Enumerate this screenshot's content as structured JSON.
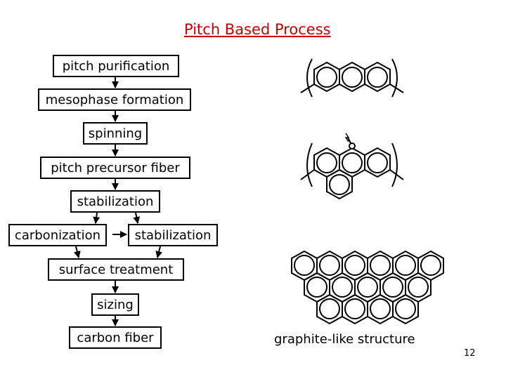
{
  "title": "Pitch Based Process",
  "steps": {
    "purification": "pitch purification",
    "mesophase": "mesophase formation",
    "spinning": "spinning",
    "precursor": "pitch precursor fiber",
    "stabilization1": "stabilization",
    "carbonization": "carbonization",
    "stabilization2": "stabilization",
    "surface": "surface treatment",
    "sizing": "sizing",
    "carbon_fiber": "carbon fiber"
  },
  "caption": "graphite-like structure",
  "page_number": "12"
}
